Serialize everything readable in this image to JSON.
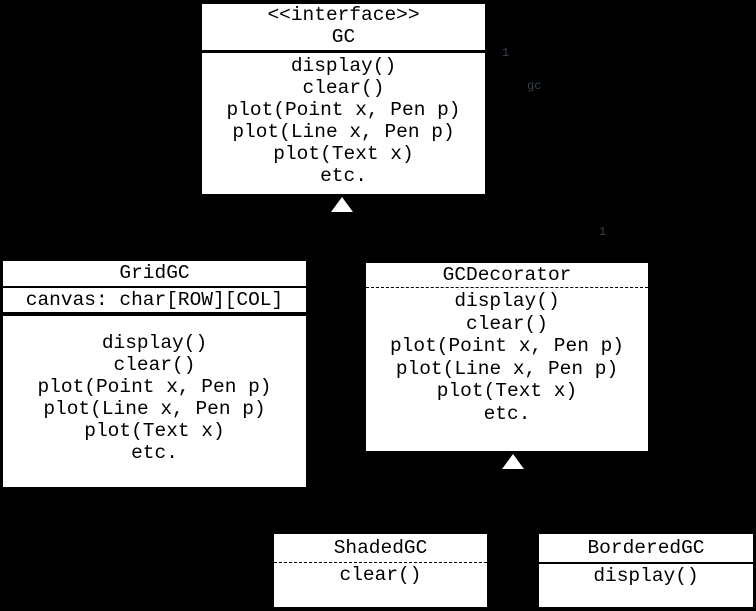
{
  "diagram": {
    "type": "uml-class-diagram",
    "pattern": "Decorator",
    "background_color": "#000000",
    "box_fill_color": "#ffffff",
    "box_text_color": "#000000",
    "classes": [
      {
        "id": "gc",
        "stereotype": "<<interface>>",
        "name": "GC",
        "attributes": [],
        "methods": [
          "display()",
          "clear()",
          "plot(Point x, Pen p)",
          "plot(Line x, Pen p)",
          "plot(Text x)",
          "etc."
        ]
      },
      {
        "id": "gridgc",
        "stereotype": "",
        "name": "GridGC",
        "attributes": [
          "canvas: char[ROW][COL]"
        ],
        "methods": [
          "display()",
          "clear()",
          "plot(Point x, Pen p)",
          "plot(Line x, Pen p)",
          "plot(Text x)",
          "etc."
        ]
      },
      {
        "id": "gcdecorator",
        "stereotype": "",
        "name": "GCDecorator",
        "attributes": [],
        "methods": [
          "display()",
          "clear()",
          "plot(Point x, Pen p)",
          "plot(Line x, Pen p)",
          "plot(Text x)",
          "etc."
        ]
      },
      {
        "id": "shadedgc",
        "stereotype": "",
        "name": "ShadedGC",
        "attributes": [],
        "methods": [
          "clear()"
        ]
      },
      {
        "id": "borderedgc",
        "stereotype": "",
        "name": "BorderedGC",
        "attributes": [],
        "methods": [
          "display()"
        ]
      }
    ],
    "relationships": [
      {
        "from": "GridGC",
        "to": "GC",
        "kind": "realization"
      },
      {
        "from": "GCDecorator",
        "to": "GC",
        "kind": "realization"
      },
      {
        "from": "ShadedGC",
        "to": "GCDecorator",
        "kind": "generalization"
      },
      {
        "from": "BorderedGC",
        "to": "GCDecorator",
        "kind": "generalization"
      }
    ],
    "association_labels": [
      {
        "text": "1"
      },
      {
        "text": "gc"
      },
      {
        "text": "1"
      }
    ]
  }
}
